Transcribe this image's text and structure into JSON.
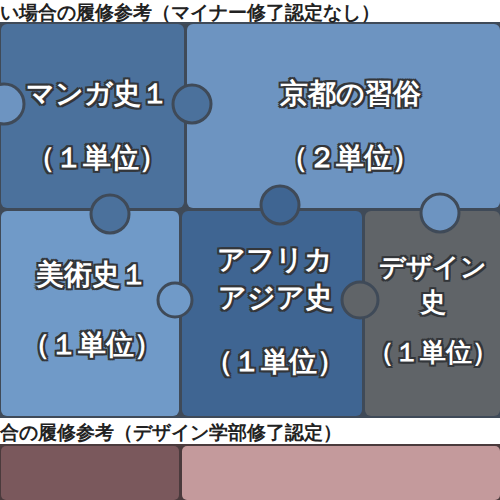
{
  "diagram": {
    "title": "い場合の履修参考（マイナー修了認定なし）",
    "nodes": [
      {
        "text": [
          "マンガ史１",
          "（１単位）"
        ]
      },
      {
        "text": [
          "京都の習俗",
          "（２単位）"
        ]
      },
      {
        "text": [
          "美術史１",
          "（１単位）"
        ]
      },
      {
        "text": [
          "アフリカアジア史",
          "（１単位）"
        ]
      },
      {
        "text": [
          "デザイン史",
          "（１単位）"
        ]
      }
    ],
    "labels": [
      "合の履修参考（デザイン学部修了認定）"
    ]
  }
}
